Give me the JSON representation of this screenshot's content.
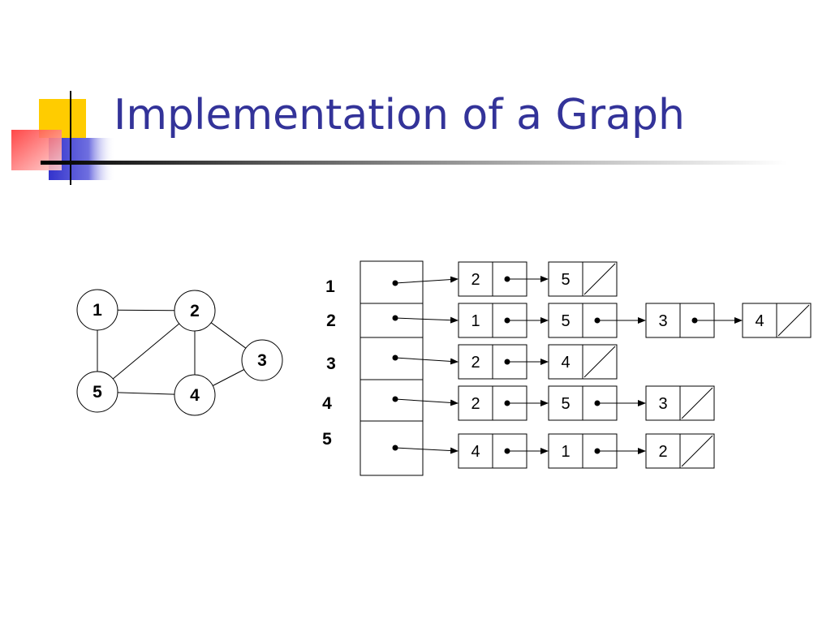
{
  "title": "Implementation of a Graph",
  "colors": {
    "title": "#333399",
    "logo_yellow": "#ffcc00",
    "logo_blue": "#3333cc",
    "logo_red": "#ff3333"
  },
  "graph": {
    "nodes": [
      "1",
      "2",
      "3",
      "4",
      "5"
    ],
    "edges": [
      [
        "1",
        "2"
      ],
      [
        "1",
        "5"
      ],
      [
        "2",
        "5"
      ],
      [
        "2",
        "4"
      ],
      [
        "2",
        "3"
      ],
      [
        "3",
        "4"
      ],
      [
        "4",
        "5"
      ]
    ]
  },
  "adjacency_list": {
    "rows": [
      {
        "vertex": "1",
        "neighbors": [
          "2",
          "5"
        ]
      },
      {
        "vertex": "2",
        "neighbors": [
          "1",
          "5",
          "3",
          "4"
        ]
      },
      {
        "vertex": "3",
        "neighbors": [
          "2",
          "4"
        ]
      },
      {
        "vertex": "4",
        "neighbors": [
          "2",
          "5",
          "3"
        ]
      },
      {
        "vertex": "5",
        "neighbors": [
          "4",
          "1",
          "2"
        ]
      }
    ]
  }
}
